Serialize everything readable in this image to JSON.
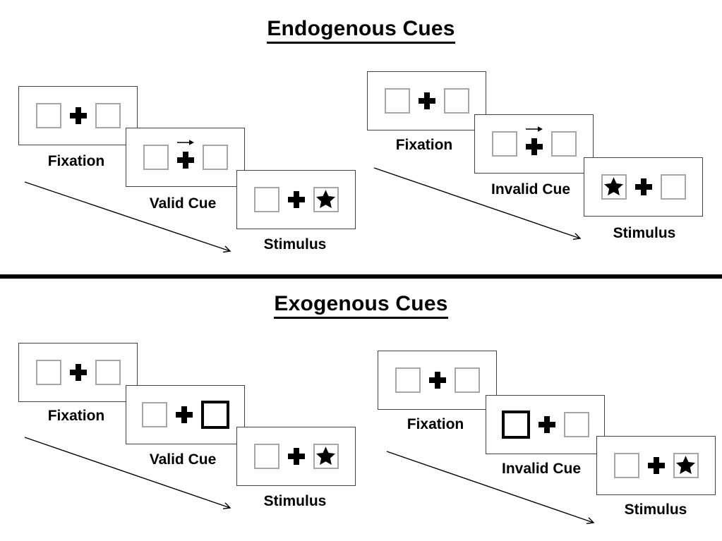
{
  "figure": {
    "type": "experiment-paradigm-diagram",
    "description_visible_text_only": true
  },
  "sections": [
    {
      "id": "endogenous",
      "title": "Endogenous Cues",
      "groups": [
        {
          "id": "valid",
          "fixation_label": "Fixation",
          "cue_label": "Valid Cue",
          "stimulus_label": "Stimulus",
          "cue_symbol": "right-arrow-above-fixation-cross",
          "stimulus_star_side": "right"
        },
        {
          "id": "invalid",
          "fixation_label": "Fixation",
          "cue_label": "Invalid Cue",
          "stimulus_label": "Stimulus",
          "cue_symbol": "right-arrow-above-fixation-cross",
          "stimulus_star_side": "left"
        }
      ]
    },
    {
      "id": "exogenous",
      "title": "Exogenous Cues",
      "groups": [
        {
          "id": "valid",
          "fixation_label": "Fixation",
          "cue_label": "Valid Cue",
          "stimulus_label": "Stimulus",
          "cue_symbol": "thickened-box-right",
          "stimulus_star_side": "right"
        },
        {
          "id": "invalid",
          "fixation_label": "Fixation",
          "cue_label": "Invalid Cue",
          "stimulus_label": "Stimulus",
          "cue_symbol": "thickened-box-left",
          "stimulus_star_side": "right"
        }
      ]
    }
  ],
  "icons": {
    "fixation_cross": "plus-icon",
    "endogenous_cue": "right-arrow-icon",
    "stimulus_target": "star-icon",
    "sequence_direction": "diagonal-arrow-icon"
  },
  "colors": {
    "background": "#ffffff",
    "ink": "#000000",
    "panel_border": "#404040",
    "placeholder_box_border": "#a6a6a6"
  }
}
